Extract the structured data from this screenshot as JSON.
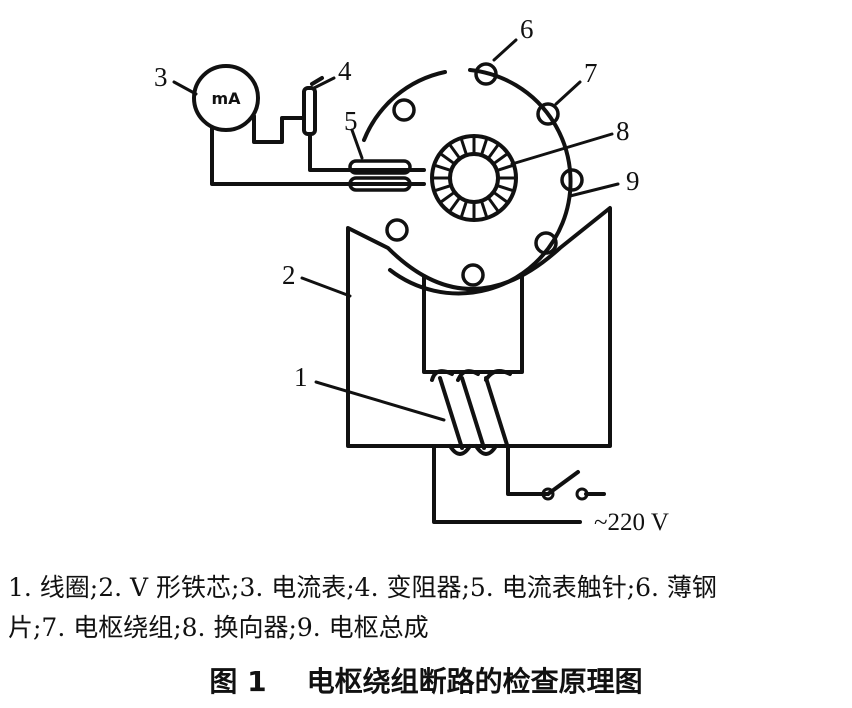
{
  "diagram": {
    "labels": [
      {
        "id": "1",
        "text": "1"
      },
      {
        "id": "2",
        "text": "2"
      },
      {
        "id": "3",
        "text": "3"
      },
      {
        "id": "4",
        "text": "4"
      },
      {
        "id": "5",
        "text": "5"
      },
      {
        "id": "6",
        "text": "6"
      },
      {
        "id": "7",
        "text": "7"
      },
      {
        "id": "8",
        "text": "8"
      },
      {
        "id": "9",
        "text": "9"
      }
    ],
    "voltage": "~220 V",
    "ammeter_symbol": "mA"
  },
  "legend": {
    "line1": "1. 线圈;2. V 形铁芯;3. 电流表;4. 变阻器;5. 电流表触针;6. 薄钢",
    "line2": "片;7. 电枢绕组;8. 换向器;9. 电枢总成"
  },
  "caption": {
    "number": "图 1",
    "title": "电枢绕组断路的检查原理图"
  }
}
